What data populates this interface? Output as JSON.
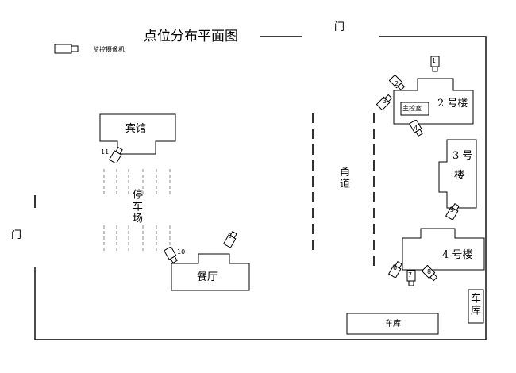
{
  "title": "点位分布平面图",
  "legend": {
    "camera_label": "监控摄像机"
  },
  "gates": {
    "top": "门",
    "left": "门"
  },
  "buildings": {
    "hotel": "宾馆",
    "parking": "停车场",
    "restaurant": "餐厅",
    "road": "甬道",
    "control_room": "主控室",
    "building2": "2 号楼",
    "building3_line1": "3 号",
    "building3_line2": "楼",
    "building4": "4 号楼",
    "garage_bottom": "车库",
    "garage_side": "车库"
  },
  "cameras": [
    "1",
    "2",
    "3",
    "4",
    "5",
    "6",
    "7",
    "8",
    "9",
    "10",
    "11"
  ]
}
